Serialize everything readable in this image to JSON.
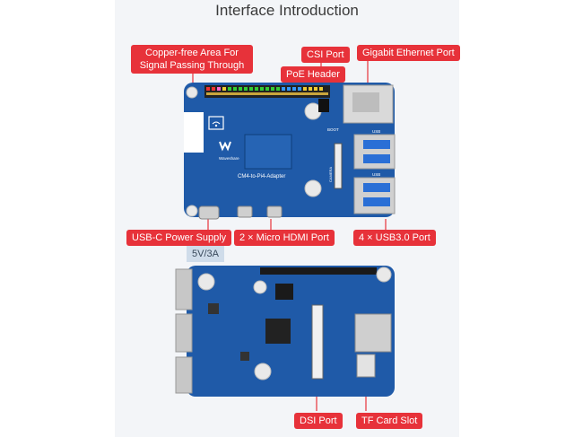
{
  "title": "Interface Introduction",
  "callouts": {
    "copper_free": "Copper-free Area For Signal Passing Through",
    "csi": "CSI Port",
    "poe": "PoE Header",
    "gigabit": "Gigabit Ethernet Port",
    "usbc": "USB-C Power Supply",
    "power_rating": "5V/3A",
    "hdmi": "2 × Micro HDMI Port",
    "usb3": "4 × USB3.0 Port",
    "dsi": "DSI Port",
    "tf": "TF Card Slot"
  },
  "board_top": {
    "name": "CM4-to-Pi4-Adapter",
    "brand": "Waveshare",
    "boot_label": "BOOT",
    "camera_label": "CAMERA",
    "usb_label_1": "USB",
    "usb_label_2": "USB"
  },
  "colors": {
    "callout": "#e7323a",
    "pcb": "#1f5aa8",
    "pcb_dark": "#174a8c",
    "power_tag": "#cfdcea"
  }
}
